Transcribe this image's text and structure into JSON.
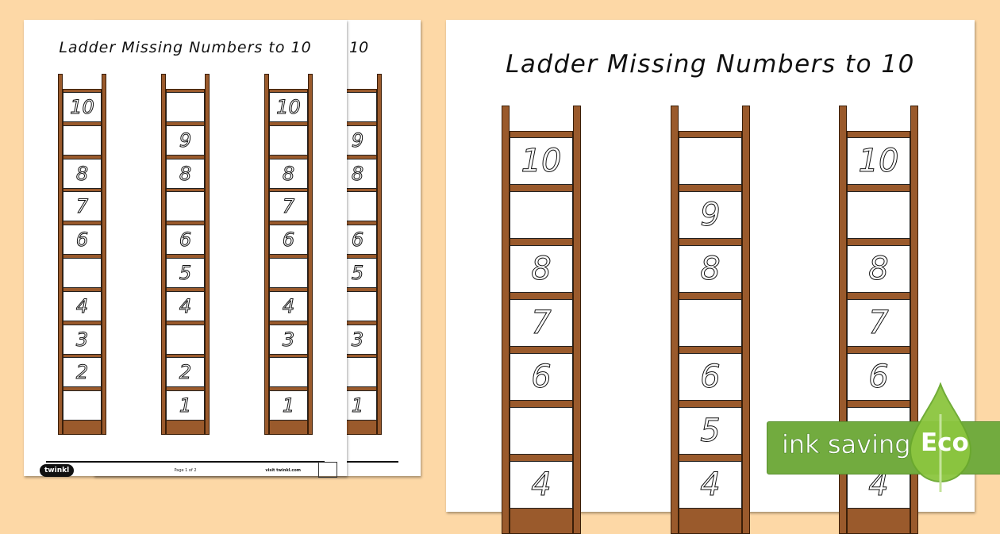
{
  "worksheet": {
    "title": "Ladder Missing Numbers to 10",
    "back_title_fragment": "10",
    "footer": {
      "logo": "twinkl",
      "page": "Page 1 of 2",
      "visit": "visit twinkl.com"
    }
  },
  "small_ladders": [
    [
      "10",
      "",
      "8",
      "7",
      "6",
      "",
      "4",
      "3",
      "2",
      ""
    ],
    [
      "",
      "9",
      "8",
      "",
      "6",
      "5",
      "4",
      "",
      "2",
      "1"
    ],
    [
      "10",
      "",
      "8",
      "7",
      "6",
      "",
      "4",
      "3",
      "",
      "1"
    ]
  ],
  "back_ladder": [
    "",
    "9",
    "8",
    "",
    "6",
    "5",
    "",
    "3",
    "",
    "1"
  ],
  "big_ladders": [
    [
      "10",
      "",
      "8",
      "7",
      "6",
      "",
      "4"
    ],
    [
      "",
      "9",
      "8",
      "",
      "6",
      "5",
      "4"
    ],
    [
      "10",
      "",
      "8",
      "7",
      "6",
      "",
      "4"
    ]
  ],
  "eco_badge": {
    "text": "ink saving",
    "label": "Eco",
    "color": "#72ab3f"
  },
  "colors": {
    "background": "#fdd8a6",
    "ladder": "#9a5a2c"
  }
}
